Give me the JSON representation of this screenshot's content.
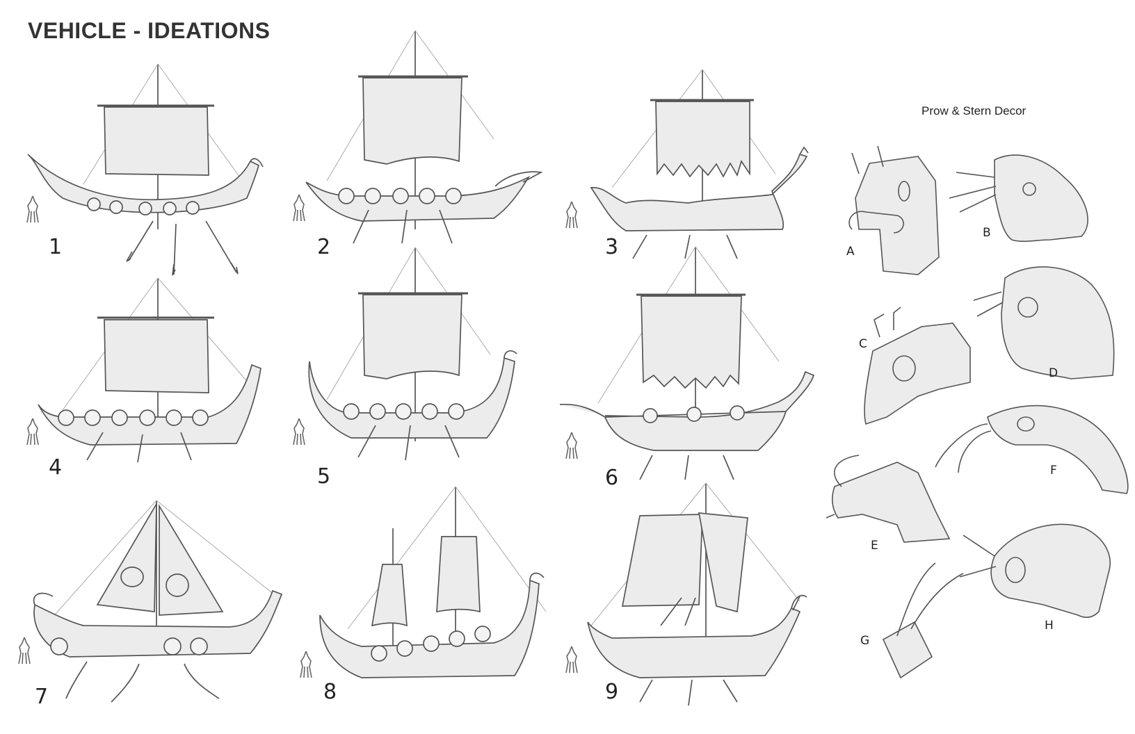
{
  "page": {
    "title": "VEHICLE - IDEATIONS"
  },
  "ships": {
    "labels": [
      "1",
      "2",
      "3",
      "4",
      "5",
      "6",
      "7",
      "8",
      "9"
    ]
  },
  "decor": {
    "title": "Prow & Stern Decor",
    "labels": [
      "A",
      "B",
      "C",
      "D",
      "E",
      "F",
      "G",
      "H"
    ]
  },
  "colors": {
    "line": "#555555",
    "fill": "#ececec",
    "text": "#2f2f2f"
  }
}
